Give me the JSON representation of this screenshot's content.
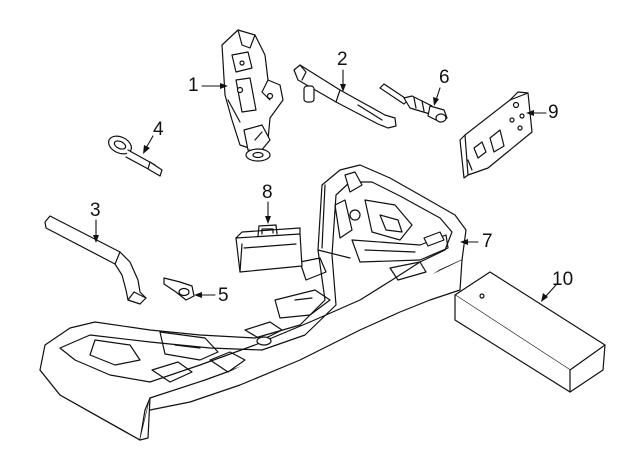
{
  "callouts": {
    "c1": "1",
    "c2": "2",
    "c3": "3",
    "c4": "4",
    "c5": "5",
    "c6": "6",
    "c7": "7",
    "c8": "8",
    "c9": "9",
    "c10": "10"
  },
  "colors": {
    "line": "#111111",
    "fill": "#ffffff"
  }
}
